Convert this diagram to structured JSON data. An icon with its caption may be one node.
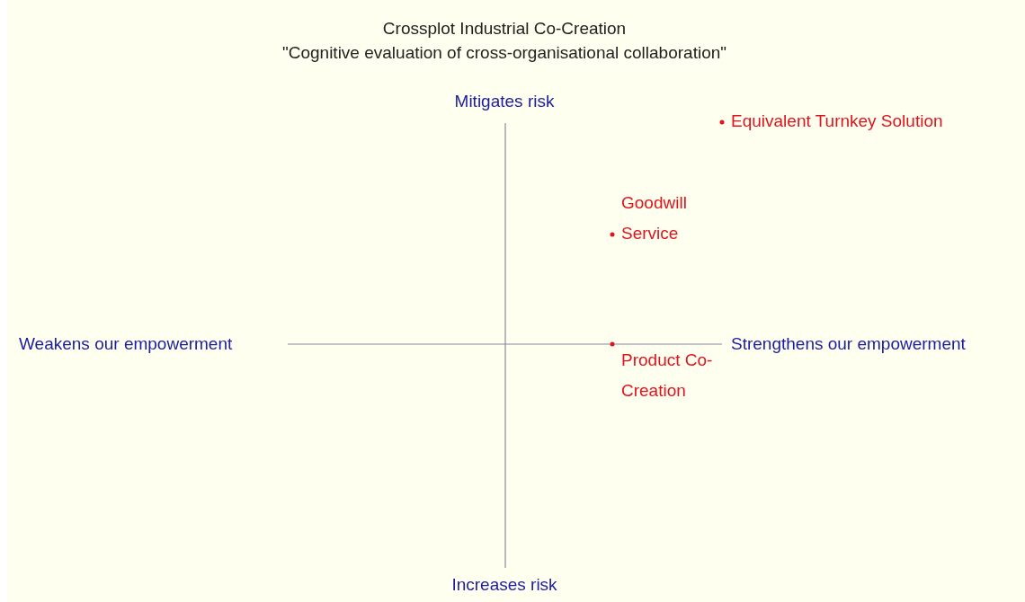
{
  "diagram": {
    "title": "Crossplot Industrial Co-Creation",
    "labels": [
      "\"Cognitive evaluation of cross-organisational collaboration\"",
      "Mitigates risk",
      "Equivalent Turnkey Solution",
      "Goodwill Service",
      "Weakens our empowerment",
      "Strengthens our empowerment",
      "Product Co-Creation",
      "Increases risk"
    ]
  }
}
